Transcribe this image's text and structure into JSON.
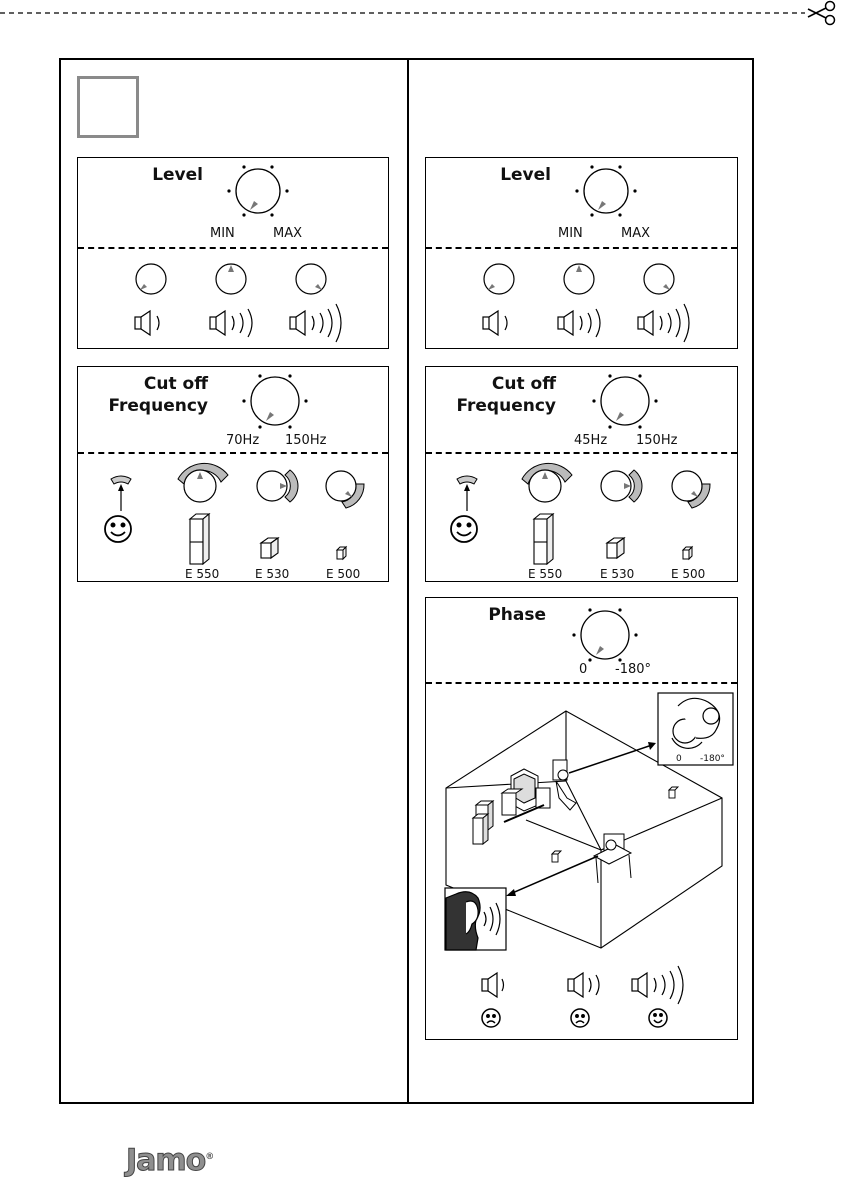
{
  "left_column": {
    "level": {
      "title": "Level",
      "min_label": "MIN",
      "max_label": "MAX"
    },
    "cutoff": {
      "title": "Cut off\nFrequency",
      "low_label": "70Hz",
      "high_label": "150Hz",
      "speakers": [
        "E 550",
        "E 530",
        "E 500"
      ]
    }
  },
  "right_column": {
    "level": {
      "title": "Level",
      "min_label": "MIN",
      "max_label": "MAX"
    },
    "cutoff": {
      "title": "Cut off\nFrequency",
      "low_label": "45Hz",
      "high_label": "150Hz",
      "speakers": [
        "E 550",
        "E 530",
        "E 500"
      ]
    },
    "phase": {
      "title": "Phase",
      "low_label": "0",
      "high_label": "-180°",
      "inset_low": "0",
      "inset_high": "-180°"
    }
  },
  "brand": {
    "logo": "Jamo"
  },
  "icons": [
    "scissors-icon",
    "knob-icon",
    "speaker-icon",
    "smiley-icon",
    "frown-icon",
    "tower-speaker-icon",
    "bookshelf-speaker-icon",
    "satellite-speaker-icon",
    "ear-icon"
  ]
}
